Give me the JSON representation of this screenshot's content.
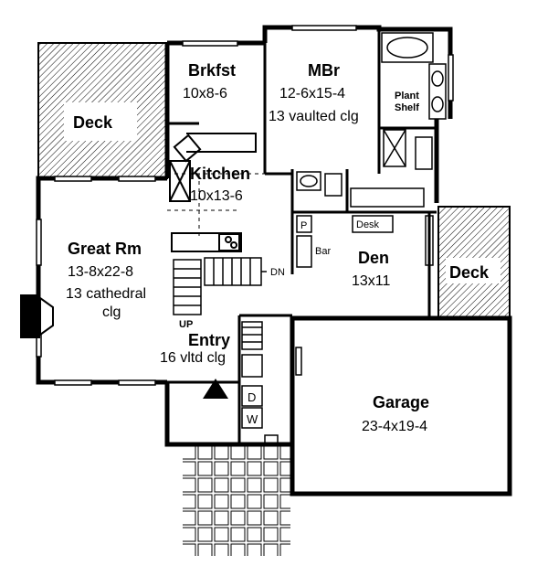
{
  "rooms": {
    "deck_left": {
      "name": "Deck"
    },
    "brkfst": {
      "name": "Brkfst",
      "dims": "10x8-6"
    },
    "mbr": {
      "name": "MBr",
      "dims": "12-6x15-4",
      "note": "13 vaulted clg"
    },
    "plant_shelf": {
      "line1": "Plant",
      "line2": "Shelf"
    },
    "kitchen": {
      "name": "Kitchen",
      "dims": "10x13-6"
    },
    "great_rm": {
      "name": "Great Rm",
      "dims": "13-8x22-8",
      "note1": "13 cathedral",
      "note2": "clg"
    },
    "den": {
      "name": "Den",
      "dims": "13x11"
    },
    "deck_right": {
      "name": "Deck"
    },
    "entry": {
      "name": "Entry",
      "note": "16 vltd clg"
    },
    "garage": {
      "name": "Garage",
      "dims": "23-4x19-4"
    }
  },
  "fixtures": {
    "desk": "Desk",
    "bar": "Bar",
    "pantry": "P",
    "dryer": "D",
    "washer": "W",
    "stair_up": "UP",
    "stair_down": "DN"
  },
  "colors": {
    "ink": "#000000",
    "paper": "#ffffff"
  }
}
